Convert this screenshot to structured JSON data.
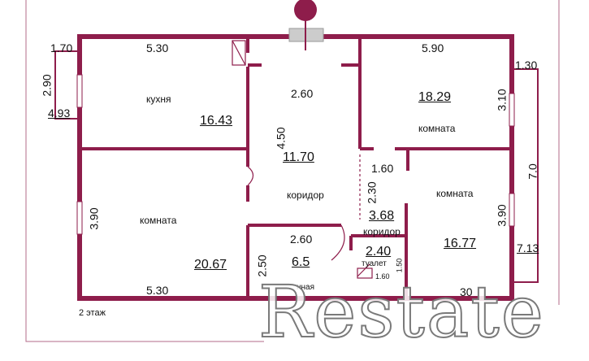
{
  "plan": {
    "floor_label": "2 этаж",
    "colors": {
      "wall": "#8e1d4b",
      "thin_line": "#b36b88",
      "background": "#ffffff",
      "window": "#e5e5e5"
    },
    "rooms": {
      "kitchen": {
        "name": "кухня",
        "area": "16.43"
      },
      "corridor_main": {
        "name": "коридор",
        "area": "11.70"
      },
      "room_top_right": {
        "name": "комната",
        "area": "18.29"
      },
      "room_left": {
        "name": "комната",
        "area": "20.67"
      },
      "room_right": {
        "name": "комната",
        "area": "16.77"
      },
      "corridor_small": {
        "name": "коридор",
        "area": "3.68"
      },
      "toilet": {
        "name": "туалет",
        "area": "2.40"
      },
      "bath": {
        "name": "нная",
        "area": "6.5"
      }
    },
    "dimensions": {
      "kitchen_width": "5.30",
      "top_right_width": "5.90",
      "left_bottom_width": "5.30",
      "balcony_left_width": "1.70",
      "balcony_left_height": "2.90",
      "balcony_left_area": "4.93",
      "balcony_right_width": "1.30",
      "balcony_right_height": "7.0",
      "balcony_right_area": "7.13",
      "top_right_height": "3.10",
      "corridor_width": "2.60",
      "corridor_height": "4.50",
      "small_corridor_width": "1.60",
      "small_corridor_height": "2.30",
      "left_room_height": "3.90",
      "right_room_height": "3.90",
      "bath_width": "2.60",
      "bath_height": "2.50",
      "toilet_height": "1.50",
      "toilet_width": "1.60",
      "right_room_bottom": "30"
    },
    "watermark": "Restate"
  }
}
